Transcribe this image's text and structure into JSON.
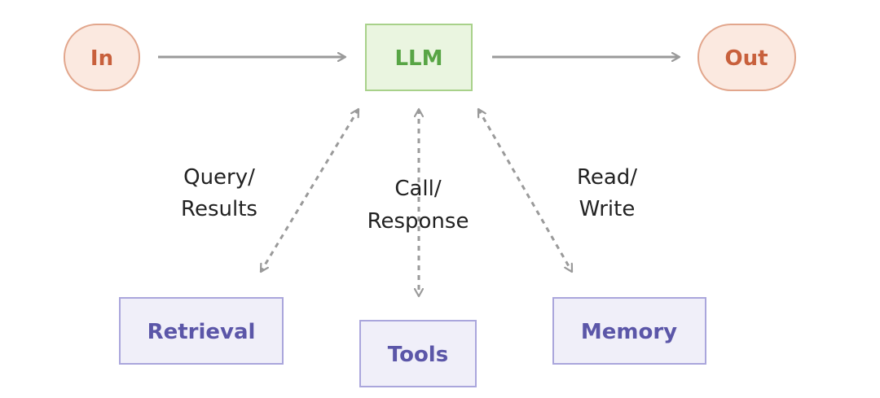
{
  "nodes": {
    "input": "In",
    "llm": "LLM",
    "output": "Out",
    "retrieval": "Retrieval",
    "tools": "Tools",
    "memory": "Memory"
  },
  "edge_labels": {
    "retrieval": [
      "Query/",
      "Results"
    ],
    "tools": [
      "Call/",
      "Response"
    ],
    "memory": [
      "Read/",
      "Write"
    ]
  },
  "colors": {
    "io_fill": "#fbe9e0",
    "io_stroke": "#e2a68c",
    "io_text": "#c8603c",
    "llm_fill": "#eaf5e0",
    "llm_stroke": "#a8d18a",
    "llm_text": "#58a545",
    "aug_fill": "#f0eff9",
    "aug_stroke": "#aaa6dc",
    "aug_text": "#5b56a8",
    "arrow": "#9a9a9a"
  }
}
